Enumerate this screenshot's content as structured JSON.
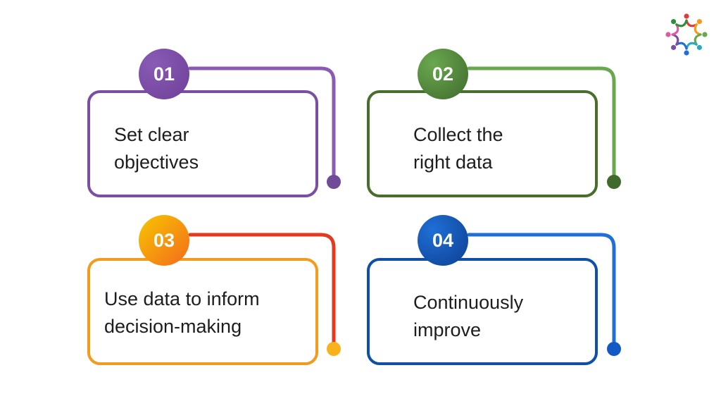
{
  "steps": [
    {
      "number": "01",
      "lines": [
        "Set clear",
        "objectives"
      ],
      "color": "#7b4ea3",
      "badge_color": "#6d3f97",
      "badge_color_light": "#8a5bb5"
    },
    {
      "number": "02",
      "lines": [
        "Collect the",
        "right data"
      ],
      "color": "#476f2b",
      "badge_color": "#3f6a2c",
      "badge_color_light": "#6aa84f"
    },
    {
      "number": "03",
      "lines": [
        "Use data to inform",
        "decision-making"
      ],
      "color": "#f29b1d",
      "badge_color": "#f7c600",
      "badge_color_light": "#f36b1c"
    },
    {
      "number": "04",
      "lines": [
        "Continuously",
        "improve"
      ],
      "color": "#0f4fa8",
      "badge_color": "#0d3f91",
      "badge_color_light": "#1f6fd6"
    }
  ],
  "connector_colors": [
    "#8a5bb5",
    "#6aa84f",
    "#e6371f",
    "#1f6fd6"
  ],
  "dot_colors": [
    "#6f4b99",
    "#3f6a2c",
    "#f9b21b",
    "#1259c6"
  ],
  "logo": {
    "name": "flower-logo-icon",
    "colors": [
      "#e03a3a",
      "#f29b1d",
      "#6aa84f",
      "#2aa9b8",
      "#1f6fd6",
      "#7b4ea3",
      "#e05aa0",
      "#2b8f3c"
    ]
  }
}
